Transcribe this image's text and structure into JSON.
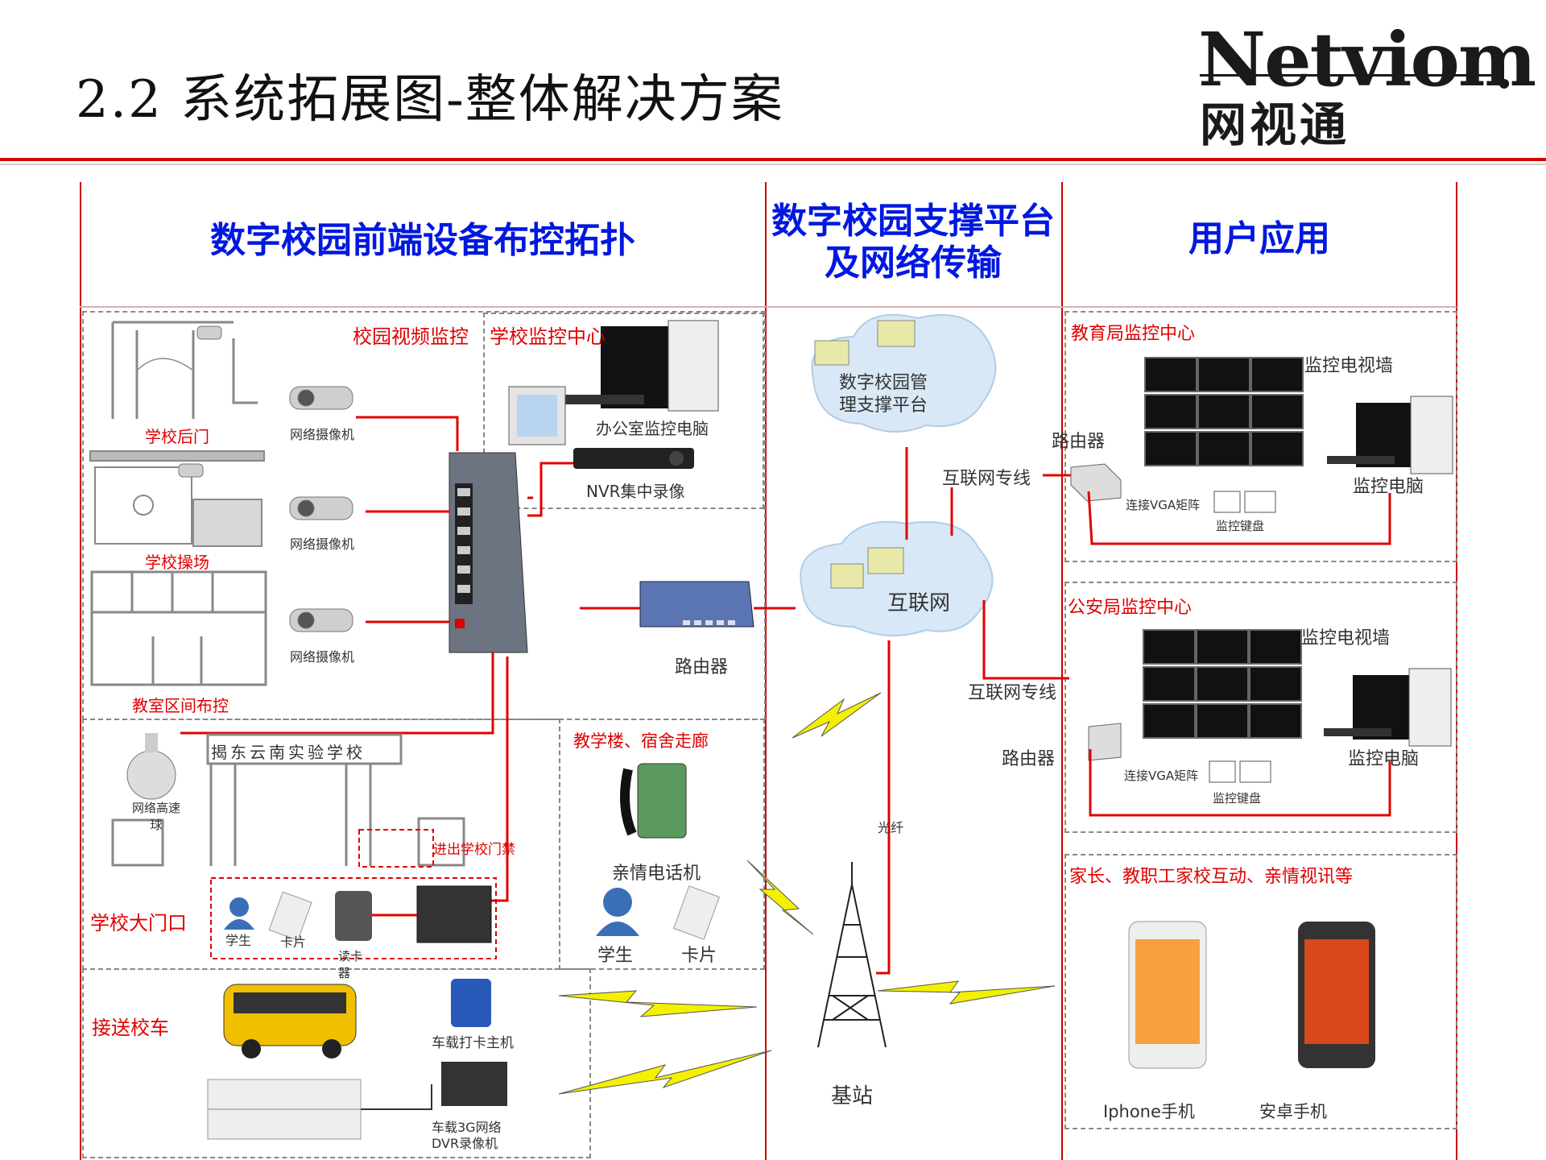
{
  "header": {
    "title": "2.2 系统拓展图-整体解决方案",
    "logo_en": "Netviom",
    "logo_cn": "网视通"
  },
  "columns": {
    "left_title": "数字校园前端设备布控拓扑",
    "middle_title_line1": "数字校园支撑平台",
    "middle_title_line2": "及网络传输",
    "right_title": "用户应用"
  },
  "front_end": {
    "campus_video": "校园视频监控",
    "school_control_center": "学校监控中心",
    "office_pc": "办公室监控电脑",
    "nvr": "NVR集中录像",
    "back_gate": "学校后门",
    "playground": "学校操场",
    "classroom": "教室区间布控",
    "camera_label": "网络摄像机",
    "router": "路由器",
    "school_name": "揭东云南实验学校",
    "speed_dome": "网络高速球",
    "gate_access": "进出学校门禁",
    "main_gate": "学校大门口",
    "student": "学生",
    "card": "卡片",
    "card_reader": "读卡器",
    "teaching_building": "教学楼、宿舍走廊",
    "family_phone": "亲情电话机",
    "school_bus": "接送校车",
    "bus_host": "车载打卡主机",
    "bus_dvr": "车载3G网络DVR录像机"
  },
  "platform": {
    "management_platform": "数字校园管理支撑平台",
    "internet": "互联网",
    "fiber": "光纤",
    "base_station": "基站"
  },
  "user_apps": {
    "edu_center": "教育局监控中心",
    "police_center": "公安局监控中心",
    "video_wall": "监控电视墙",
    "router": "路由器",
    "dedicated_line": "互联网专线",
    "monitor_pc": "监控电脑",
    "vga_matrix": "连接VGA矩阵",
    "keyboard": "监控键盘",
    "interaction": "家长、教职工家校互动、亲情视讯等",
    "iphone": "Iphone手机",
    "android": "安卓手机"
  },
  "colors": {
    "accent_red": "#d40000",
    "title_blue": "#0018e0",
    "link_red": "#e00000"
  },
  "icons": [
    "camera-icon",
    "switch-icon",
    "router-icon",
    "computer-icon",
    "nvr-icon",
    "cloud-icon",
    "tower-icon",
    "lightning-icon",
    "video-wall-icon",
    "phone-icon",
    "person-icon",
    "card-icon",
    "bus-icon"
  ]
}
